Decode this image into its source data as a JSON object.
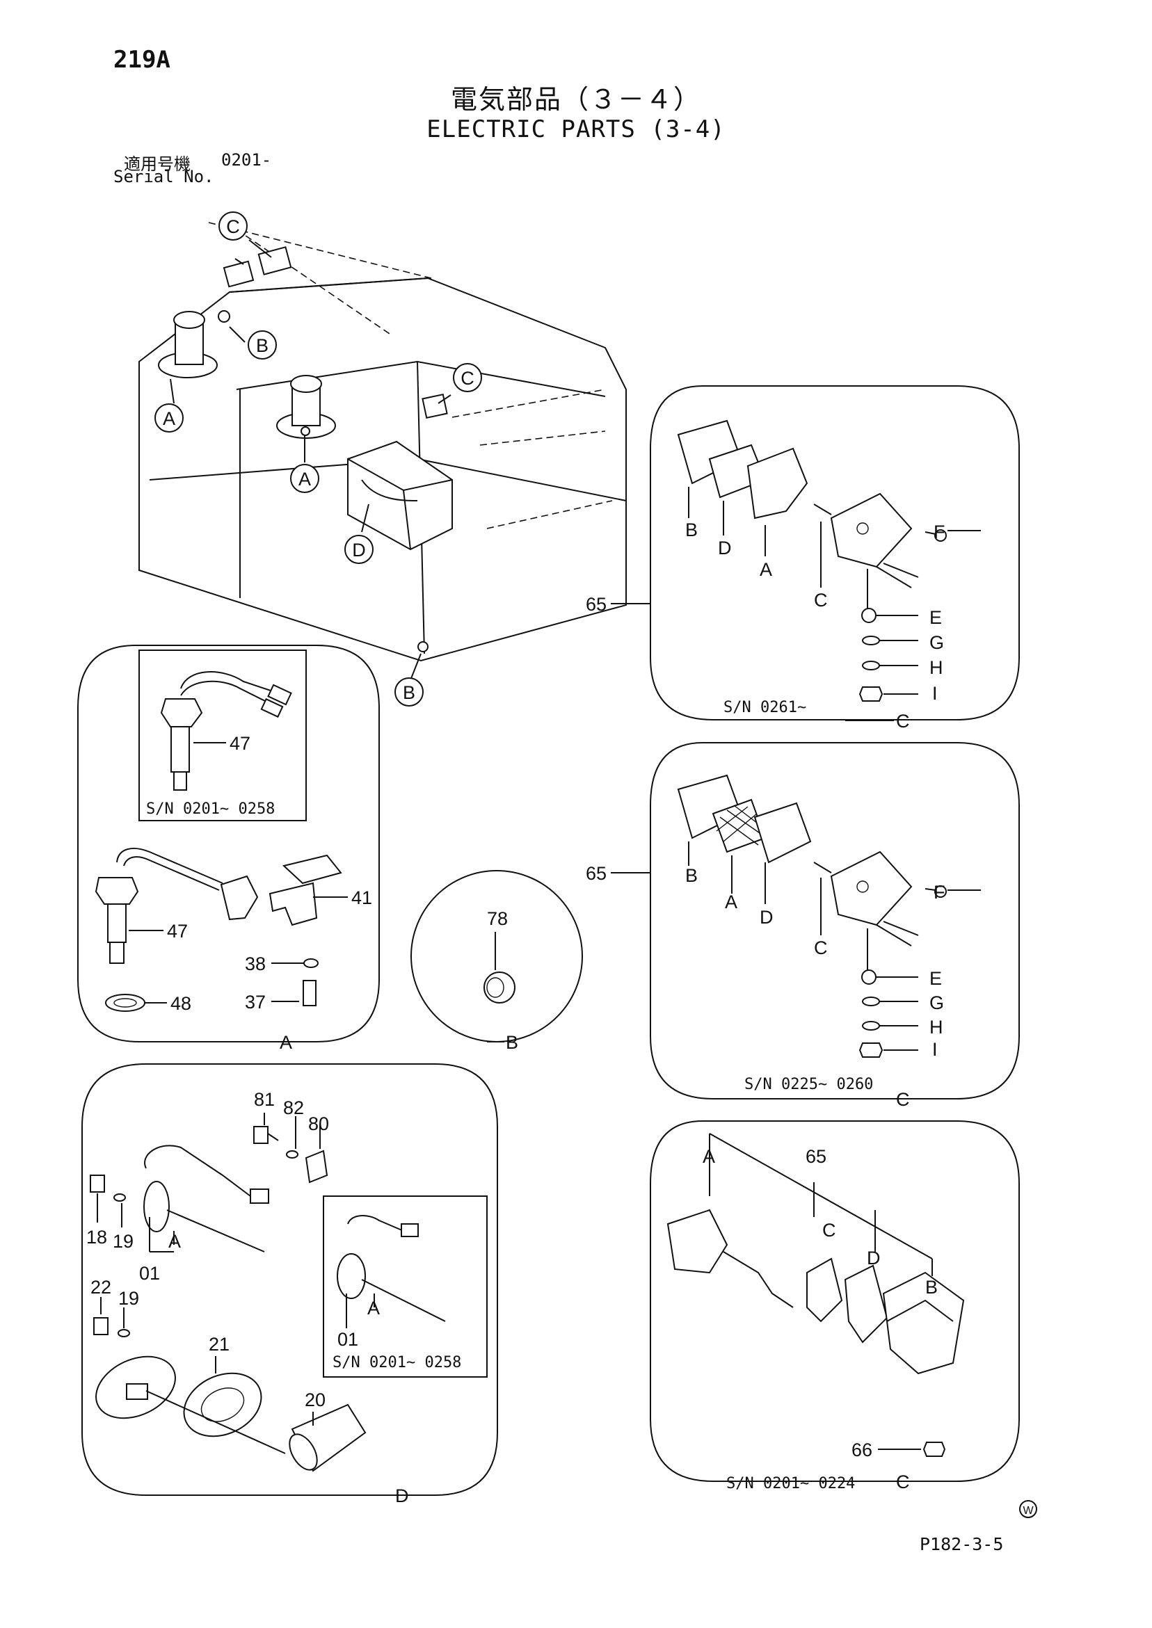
{
  "page_number": "219A",
  "title_jp": "電気部品（３－４）",
  "title_en": "ELECTRIC PARTS (3-4)",
  "serial_label_jp": "適用号機",
  "serial_value": "0201-",
  "serial_label_en": "Serial No.",
  "figure_code": "P182-3-5",
  "watermark": "W",
  "callouts": {
    "a": "A",
    "b": "B",
    "c": "C",
    "d": "D",
    "e": "E",
    "f": "F",
    "g": "G",
    "h": "H",
    "i": "I"
  },
  "parts": {
    "p01": "01",
    "p18": "18",
    "p19": "19",
    "p20": "20",
    "p21": "21",
    "p22": "22",
    "p37": "37",
    "p38": "38",
    "p41": "41",
    "p47": "47",
    "p48": "48",
    "p65": "65",
    "p66": "66",
    "p78": "78",
    "p80": "80",
    "p81": "81",
    "p82": "82"
  },
  "serial_ranges": {
    "sn_0261": "S/N  0261~",
    "sn_0225_0260": "S/N  0225~ 0260",
    "sn_0201_0224": "S/N  0201~ 0224",
    "sn_0201_0258": "S/N  0201~ 0258"
  }
}
